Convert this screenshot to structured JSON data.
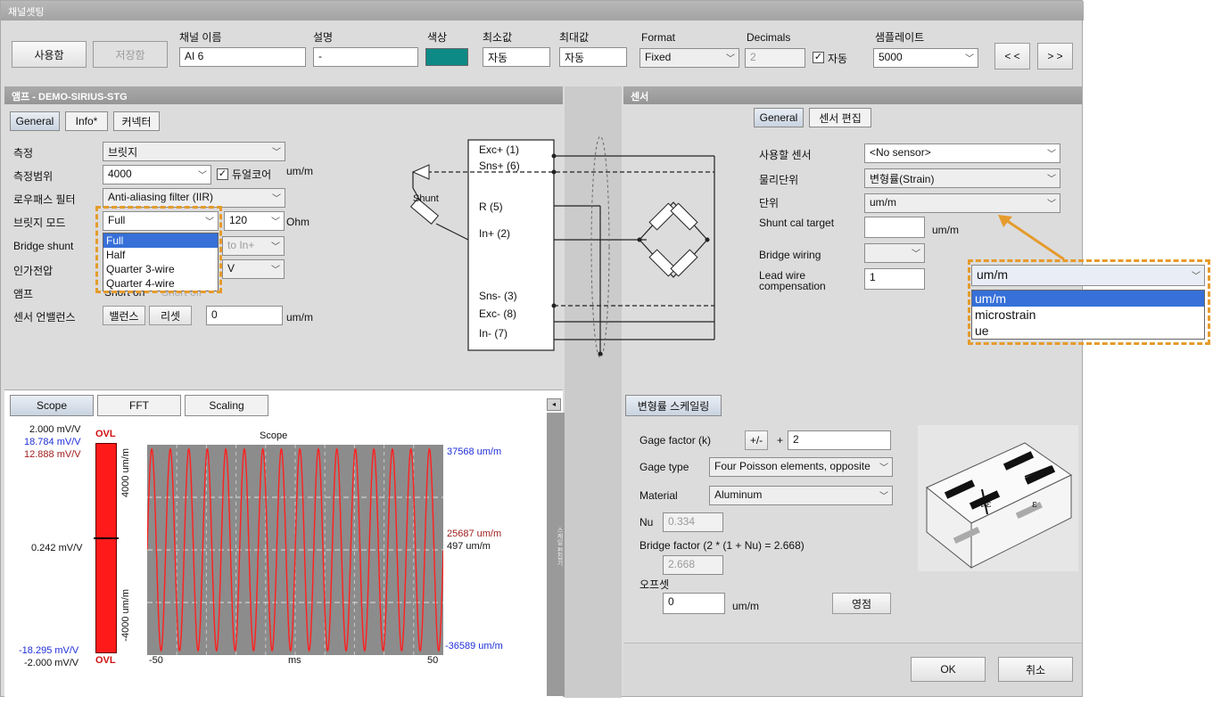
{
  "window": {
    "title": "채널셋팅"
  },
  "toolbar": {
    "use_button": "사용함",
    "save_button": "저장함",
    "channel_name_label": "채널 이름",
    "channel_name_value": "AI 6",
    "desc_label": "설명",
    "desc_value": "-",
    "color_label": "색상",
    "color_value": "#0d8a86",
    "min_label": "최소값",
    "min_value": "자동",
    "max_label": "최대값",
    "max_value": "자동",
    "format_label": "Format",
    "format_value": "Fixed",
    "decimals_label": "Decimals",
    "decimals_value": "2",
    "auto_label": "자동",
    "samplerate_label": "샘플레이트",
    "samplerate_value": "5000",
    "prev_button": "< <",
    "next_button": "> >"
  },
  "amp": {
    "header": "앰프 - DEMO-SIRIUS-STG",
    "tabs": [
      "General",
      "Info*",
      "커넥터"
    ],
    "measure_label": "측정",
    "measure_value": "브릿지",
    "range_label": "측정범위",
    "range_value": "4000",
    "dualcore_label": "듀얼코어",
    "range_unit": "um/m",
    "lowpass_label": "로우패스 필터",
    "lowpass_value": "Anti-aliasing filter (IIR)",
    "bridge_mode_label": "브릿지 모드",
    "bridge_mode_value": "Full",
    "resistance_value": "120",
    "resistance_unit": "Ohm",
    "bridge_shunt_label": "Bridge shunt",
    "bridge_shunt_value": "to In+",
    "excitation_label": "인가전압",
    "excitation_value": "V",
    "amp_label": "앰프",
    "short_on": "Short on",
    "short_off": "Short off",
    "unbalance_label": "센서 언밸런스",
    "balance_button": "밸런스",
    "reset_button": "리셋",
    "unbalance_value": "0",
    "unbalance_unit": "um/m",
    "bridge_mode_options": [
      "Full",
      "Half",
      "Quarter 3-wire",
      "Quarter 4-wire"
    ],
    "bridge_mode_selected": 0
  },
  "wiring": {
    "pins": [
      "Exc+ (1)",
      "Sns+ (6)",
      "R (5)",
      "In+ (2)",
      "Sns- (3)",
      "Exc- (8)",
      "In- (7)"
    ],
    "shunt_label": "Shunt"
  },
  "sensor": {
    "header": "센서",
    "tabs": [
      "General",
      "센서 편집"
    ],
    "use_sensor_label": "사용할 센서",
    "use_sensor_value": "<No sensor>",
    "physical_unit_label": "물리단위",
    "physical_unit_value": "변형률(Strain)",
    "unit_label": "단위",
    "unit_value": "um/m",
    "shunt_target_label": "Shunt cal target",
    "shunt_target_unit": "um/m",
    "bridge_wiring_label": "Bridge wiring",
    "lead_wire_label": "Lead wire",
    "lead_wire_label2": "compensation",
    "lead_wire_value": "1",
    "unit_dropdown_value": "um/m",
    "unit_options": [
      "um/m",
      "microstrain",
      "ue"
    ],
    "unit_selected": 0
  },
  "scope": {
    "tabs": [
      "Scope",
      "FFT",
      "Scaling"
    ],
    "title": "Scope",
    "left_top_mv": "2.000 mV/V",
    "left_blue": "18.784 mV/V",
    "left_red": "12.888 mV/V",
    "left_mid": "0.242 mV/V",
    "left_bottom_blue": "-18.295 mV/V",
    "left_bottom": "-2.000 mV/V",
    "ovl_top": "OVL",
    "ovl_bottom": "OVL",
    "y_label_top": "4000 um/m",
    "y_label_bottom": "-4000 um/m",
    "x_min": "-50",
    "x_unit": "ms",
    "x_max": "50",
    "right_top": "37568 um/m",
    "right_mid_red": "25687 um/m",
    "right_mid": "497 um/m",
    "right_bottom": "-36589 um/m",
    "side_text": "스케일 편집기",
    "cycles": 16,
    "amplitude_fraction": 0.96
  },
  "scaling": {
    "header": "변형률 스케일링",
    "gage_factor_label": "Gage factor (k)",
    "sign_button": "+/-",
    "plus": "+",
    "gage_factor_value": "2",
    "gage_type_label": "Gage type",
    "gage_type_value": "Four Poisson elements, opposite",
    "material_label": "Material",
    "material_value": "Aluminum",
    "nu_label": "Nu",
    "nu_value": "0.334",
    "bridge_factor_label": "Bridge factor (2 * (1 + Nu) = 2.668)",
    "bridge_factor_value": "2.668",
    "offset_label": "오프셋",
    "offset_value": "0",
    "offset_unit": "um/m",
    "zero_button": "영점",
    "diagram_nu_e": "νε",
    "diagram_e": "ε"
  },
  "footer": {
    "ok_button": "OK",
    "cancel_button": "취소"
  }
}
